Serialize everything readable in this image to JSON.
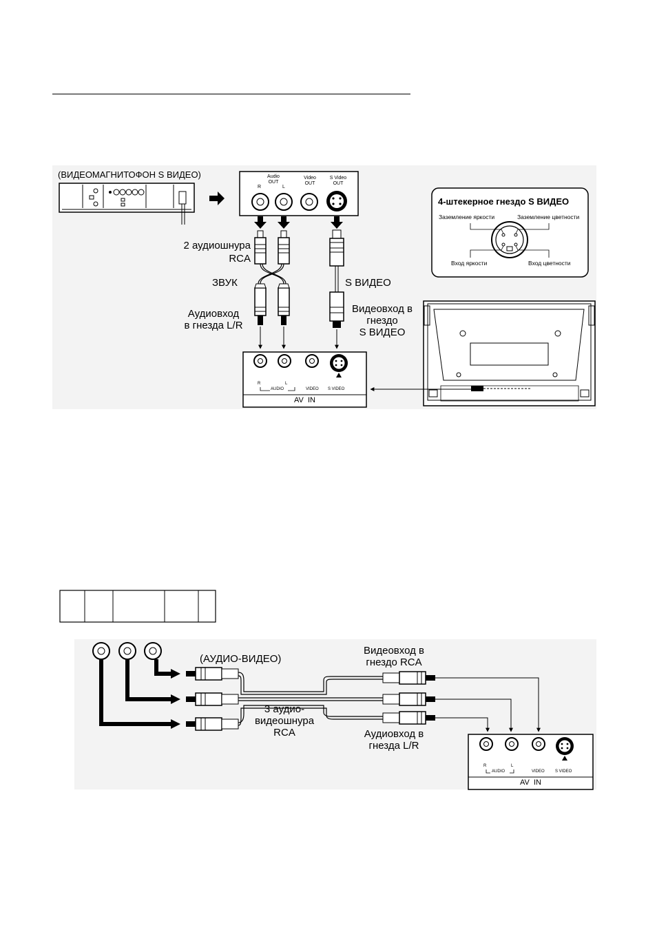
{
  "top_diagram": {
    "vcr_title": "(ВИДЕОМАГНИТОФОН S ВИДЕО)",
    "jack_panel": {
      "audio_out": "Audio\nOUT",
      "r": "R",
      "l": "L",
      "video_out": "Video\nOUT",
      "svideo_out": "S Video\nOUT"
    },
    "audio_cable_label": "2 аудиошнура\nRCA",
    "sound_label": "ЗВУК",
    "svideo_label": "S ВИДЕО",
    "audio_input_label": "Аудиовход\nв гнезда L/R",
    "video_input_label": "Видеовход в\nгнездо\nS ВИДЕО",
    "pinout": {
      "title": "4-штекерное гнездо S ВИДЕО",
      "luma_ground": "Заземление яркости",
      "chroma_ground": "Заземление цветности",
      "luma_input": "Вход яркости",
      "chroma_input": "Вход цветности"
    },
    "av_in_panel": {
      "r": "R",
      "audio": "AUDIO",
      "l": "L",
      "video": "VIDEO",
      "svideo": "S VIDEO",
      "av_in": "AV  IN"
    }
  },
  "bottom_diagram": {
    "av_label": "(АУДИО-ВИДЕО)",
    "cable_label": "3 аудио-\nвидеошнура\nRCA",
    "video_input_label": "Видеовход в\nгнездо RCA",
    "audio_input_label": "Аудиовход в\nгнезда L/R",
    "av_in_panel": {
      "r": "R",
      "audio": "AUDIO",
      "l": "L",
      "video": "VIDEO",
      "svideo": "S VIDEO",
      "av_in": "AV  IN"
    }
  }
}
